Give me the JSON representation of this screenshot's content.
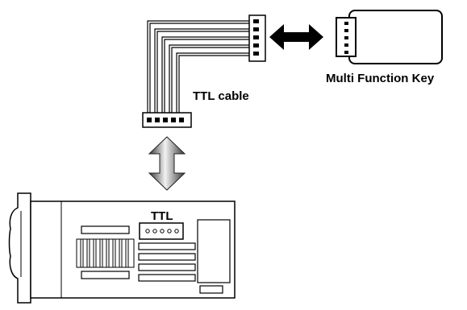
{
  "labels": {
    "multi_function_key": "Multi Function Key",
    "ttl_cable": "TTL cable",
    "ttl_port": "TTL"
  },
  "colors": {
    "line": "#000000",
    "background": "#ffffff",
    "arrow_light": "#f2f2f2",
    "arrow_dark": "#3a3a3a"
  },
  "icons": {
    "horizontal_arrow": "double-arrow-horizontal-icon",
    "vertical_arrow": "double-arrow-vertical-icon"
  }
}
